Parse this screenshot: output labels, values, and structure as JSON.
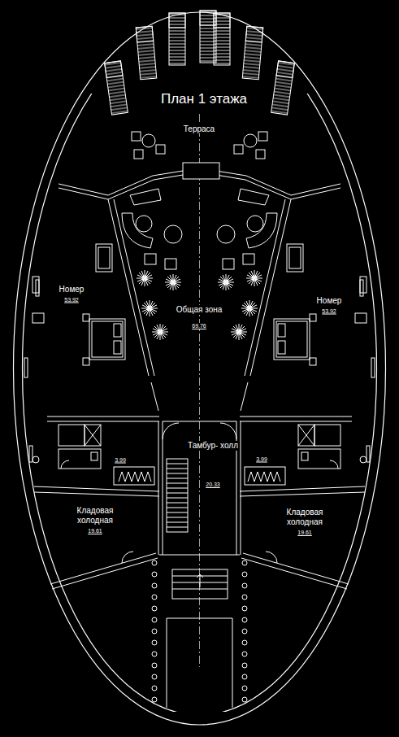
{
  "diagram": {
    "title": "План 1 этажа",
    "nodes": [
      {
        "text": [
          "Номер",
          "53.92"
        ]
      },
      {
        "text": [
          "Общая зона",
          "69.76"
        ]
      },
      {
        "text": [
          "Номер",
          "53.92"
        ]
      },
      {
        "text": [
          "Тамбур- холл",
          "20.33"
        ]
      },
      {
        "text": [
          "3.99"
        ]
      },
      {
        "text": [
          "3.99"
        ]
      },
      {
        "text": [
          "Кладовая холодная",
          "19.61"
        ]
      },
      {
        "text": [
          "Кладовая холодная",
          "19.61"
        ]
      }
    ],
    "labels": [
      "Терраса"
    ]
  }
}
